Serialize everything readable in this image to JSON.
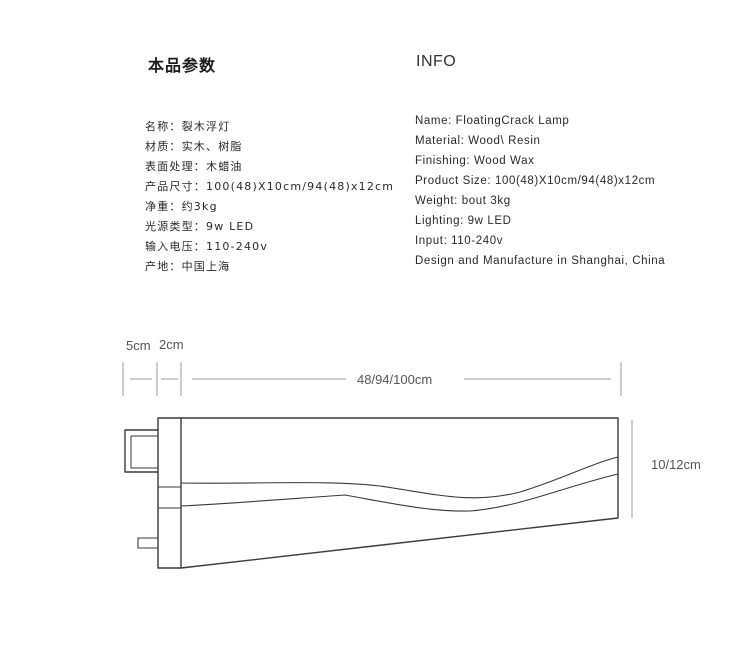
{
  "header": {
    "title_cn": "本品参数",
    "title_en": "INFO"
  },
  "specs_cn": [
    "名称：裂木浮灯",
    "材质：实木、树脂",
    "表面处理：木蜡油",
    "产品尺寸：100(48)X10cm/94(48)x12cm",
    "净重：约3kg",
    "光源类型：9w LED",
    "输入电压：110-240v",
    "产地：中国上海"
  ],
  "specs_en": [
    "Name:  FloatingCrack Lamp",
    "Material: Wood\\ Resin",
    "Finishing: Wood Wax",
    "Product Size: 100(48)X10cm/94(48)x12cm",
    "Weight: bout 3kg",
    "Lighting: 9w LED",
    "Input: 110-240v",
    "Design and Manufacture in Shanghai, China"
  ],
  "diagram": {
    "dim_bracket": "5cm",
    "dim_endcap": "2cm",
    "dim_length": "48/94/100cm",
    "dim_height": "10/12cm"
  }
}
